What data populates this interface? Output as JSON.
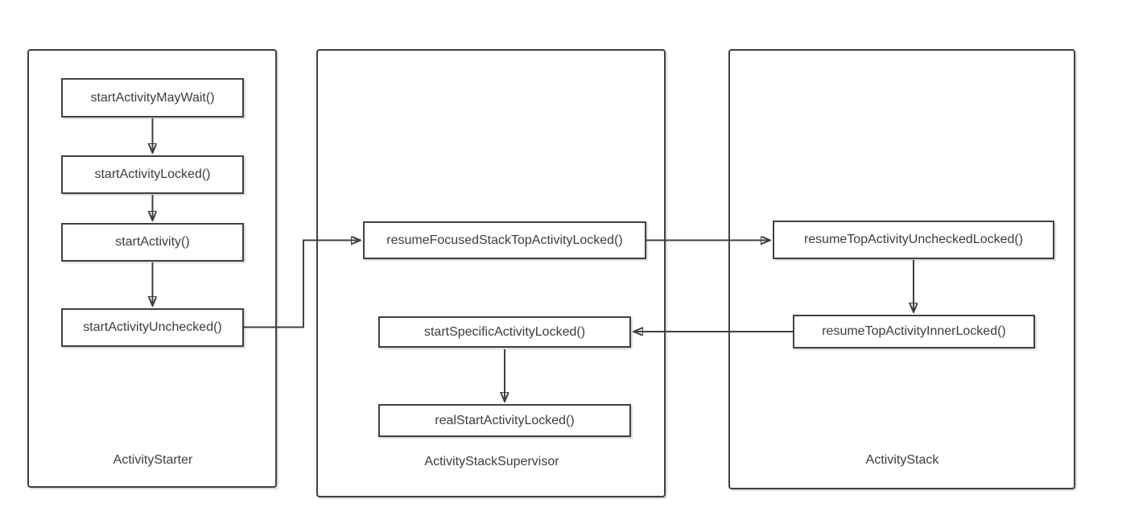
{
  "colors": {
    "line": "#404040",
    "text": "#3d3d3d",
    "background": "#ffffff"
  },
  "diagram": {
    "type": "flowchart",
    "containers": [
      {
        "label": "ActivityStarter",
        "nodes": [
          {
            "label": "startActivityMayWait()"
          },
          {
            "label": "startActivityLocked()"
          },
          {
            "label": "startActivity()"
          },
          {
            "label": "startActivityUnchecked()"
          }
        ]
      },
      {
        "label": "ActivityStackSupervisor",
        "nodes": [
          {
            "label": "resumeFocusedStackTopActivityLocked()"
          },
          {
            "label": "startSpecificActivityLocked()"
          },
          {
            "label": "realStartActivityLocked()"
          }
        ]
      },
      {
        "label": "ActivityStack",
        "nodes": [
          {
            "label": "resumeTopActivityUncheckedLocked()"
          },
          {
            "label": "resumeTopActivityInnerLocked()"
          }
        ]
      }
    ],
    "edges": [
      {
        "from": "startActivityMayWait()",
        "to": "startActivityLocked()"
      },
      {
        "from": "startActivityLocked()",
        "to": "startActivity()"
      },
      {
        "from": "startActivity()",
        "to": "startActivityUnchecked()"
      },
      {
        "from": "startActivityUnchecked()",
        "to": "resumeFocusedStackTopActivityLocked()"
      },
      {
        "from": "resumeFocusedStackTopActivityLocked()",
        "to": "resumeTopActivityUncheckedLocked()"
      },
      {
        "from": "resumeTopActivityUncheckedLocked()",
        "to": "resumeTopActivityInnerLocked()"
      },
      {
        "from": "resumeTopActivityInnerLocked()",
        "to": "startSpecificActivityLocked()"
      },
      {
        "from": "startSpecificActivityLocked()",
        "to": "realStartActivityLocked()"
      }
    ]
  }
}
